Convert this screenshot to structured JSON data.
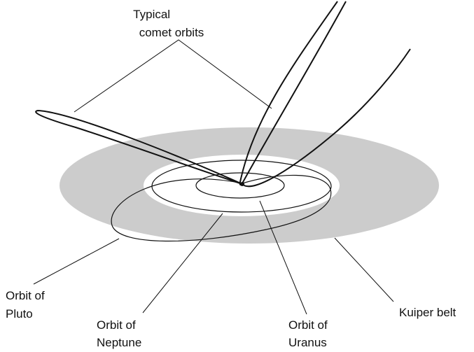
{
  "labels": {
    "comet_line1": "Typical",
    "comet_line2": "comet orbits",
    "pluto_line1": "Orbit of",
    "pluto_line2": "Pluto",
    "neptune_line1": "Orbit of",
    "neptune_line2": "Neptune",
    "uranus_line1": "Orbit of",
    "uranus_line2": "Uranus",
    "kuiper": "Kuiper belt"
  },
  "colors": {
    "kuiper_belt_fill": "#cccccc",
    "orbit_stroke": "#111111",
    "background": "#ffffff"
  }
}
